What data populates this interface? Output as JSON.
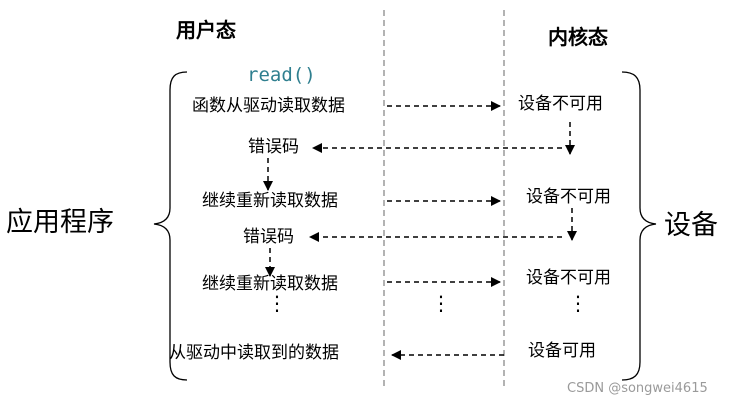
{
  "headers": {
    "user_mode": "用户态",
    "kernel_mode": "内核态"
  },
  "sides": {
    "application": "应用程序",
    "device": "设备"
  },
  "user_side": {
    "function_call": "read()",
    "first_read": "函数从驱动读取数据",
    "error_code_1": "错误码",
    "retry_read_1": "继续重新读取数据",
    "error_code_2": "错误码",
    "retry_read_2": "继续重新读取数据",
    "final_read": "从驱动中读取到的数据"
  },
  "kernel_side": {
    "status_1": "设备不可用",
    "status_2": "设备不可用",
    "status_3": "设备不可用",
    "status_final": "设备可用"
  },
  "continuation": "⋮",
  "watermark": "CSDN @songwei4615",
  "colors": {
    "ink": "#000000",
    "divider": "#9a9a9a",
    "function_text": "#2f7f8f",
    "watermark": "#9a9a9a"
  }
}
